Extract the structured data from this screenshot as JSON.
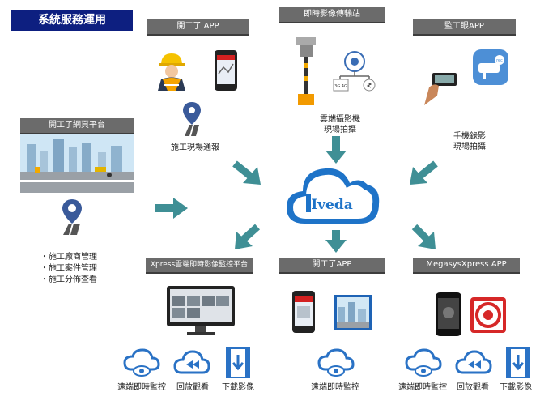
{
  "title": "系統服務運用",
  "headers": {
    "app_top_left": "開工了 APP",
    "station": "即時影像傳輸站",
    "monitor_app": "監工眼APP",
    "web_platform": "開工了網頁平台",
    "xpress": "Xpress雲端即時影像監控平台",
    "app_bottom": "開工了APP",
    "megasys": "MegasysXpress APP"
  },
  "labels": {
    "site_report": "施工現場通報",
    "cloud_camera_1": "雲端攝影機",
    "cloud_camera_2": "現場拍攝",
    "phone_record_1": "手機錄影",
    "phone_record_2": "現場拍攝",
    "cloud_brand": "Iveda"
  },
  "bullets": [
    "施工廠商管理",
    "施工案件管理",
    "施工分佈查看"
  ],
  "bottom_left": [
    "遠端即時監控",
    "回放觀看",
    "下載影像"
  ],
  "bottom_mid": [
    "遠端即時監控"
  ],
  "bottom_right": [
    "遠端即時監控",
    "回放觀看",
    "下載影像"
  ],
  "icons": {
    "phone_badge": "rec",
    "tower_badge": "3G 4G"
  },
  "colors": {
    "title_bg": "#0d1f80",
    "header_bg": "#6b6b6b",
    "arrow": "#3f8f95",
    "cloud": "#1e73c8",
    "pin": "#3a5a9a"
  }
}
